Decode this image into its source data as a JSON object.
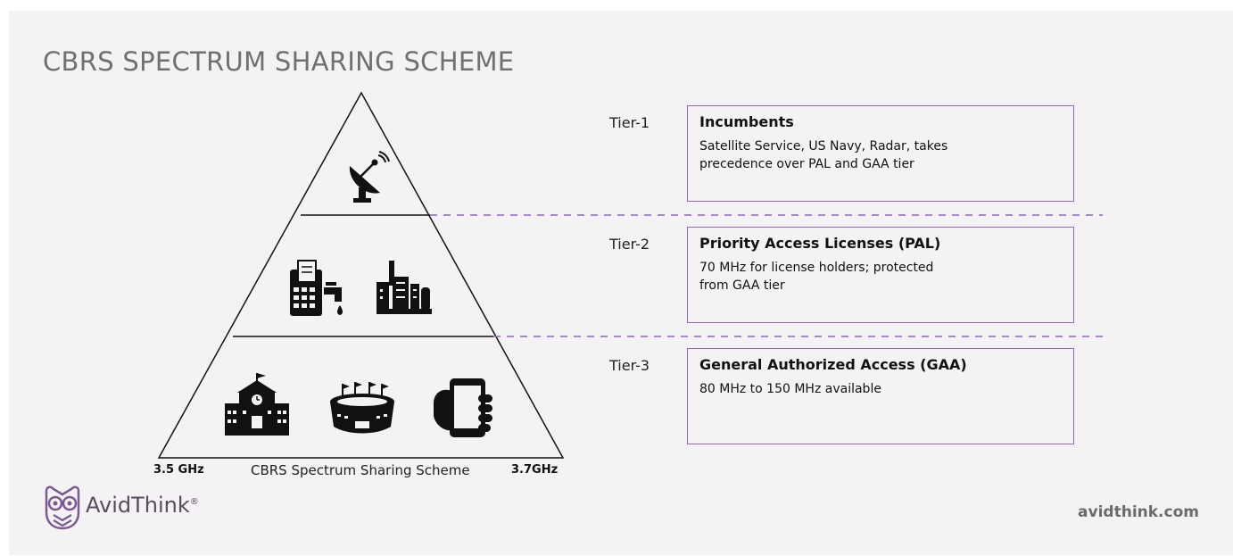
{
  "title": "CBRS SPECTRUM SHARING SCHEME",
  "tiers": [
    {
      "label": "Tier-1",
      "name": "Incumbents",
      "description": "Satellite Service, US Navy, Radar, takes\nprecedence over PAL and GAA tier",
      "icons": [
        "satellite-dish-icon"
      ]
    },
    {
      "label": "Tier-2",
      "name": "Priority Access Licenses (PAL)",
      "description": "70 MHz for license holders; protected\nfrom GAA tier",
      "icons": [
        "utility-bill-icon",
        "industrial-plant-icon"
      ]
    },
    {
      "label": "Tier-3",
      "name": "General Authorized Access (GAA)",
      "description": "80 MHz to 150 MHz available",
      "icons": [
        "school-icon",
        "stadium-icon",
        "smartphone-icon"
      ]
    }
  ],
  "pyramid": {
    "caption": "CBRS Spectrum Sharing Scheme",
    "freq_low": "3.5 GHz",
    "freq_high": "3.7GHz"
  },
  "footer": {
    "brand": "AvidThink",
    "brand_mark": "®",
    "url": "avidthink.com"
  },
  "colors": {
    "accent": "#8a6bad",
    "background": "#f4f2f5",
    "title": "#707070",
    "brand": "#5a4a5e"
  }
}
